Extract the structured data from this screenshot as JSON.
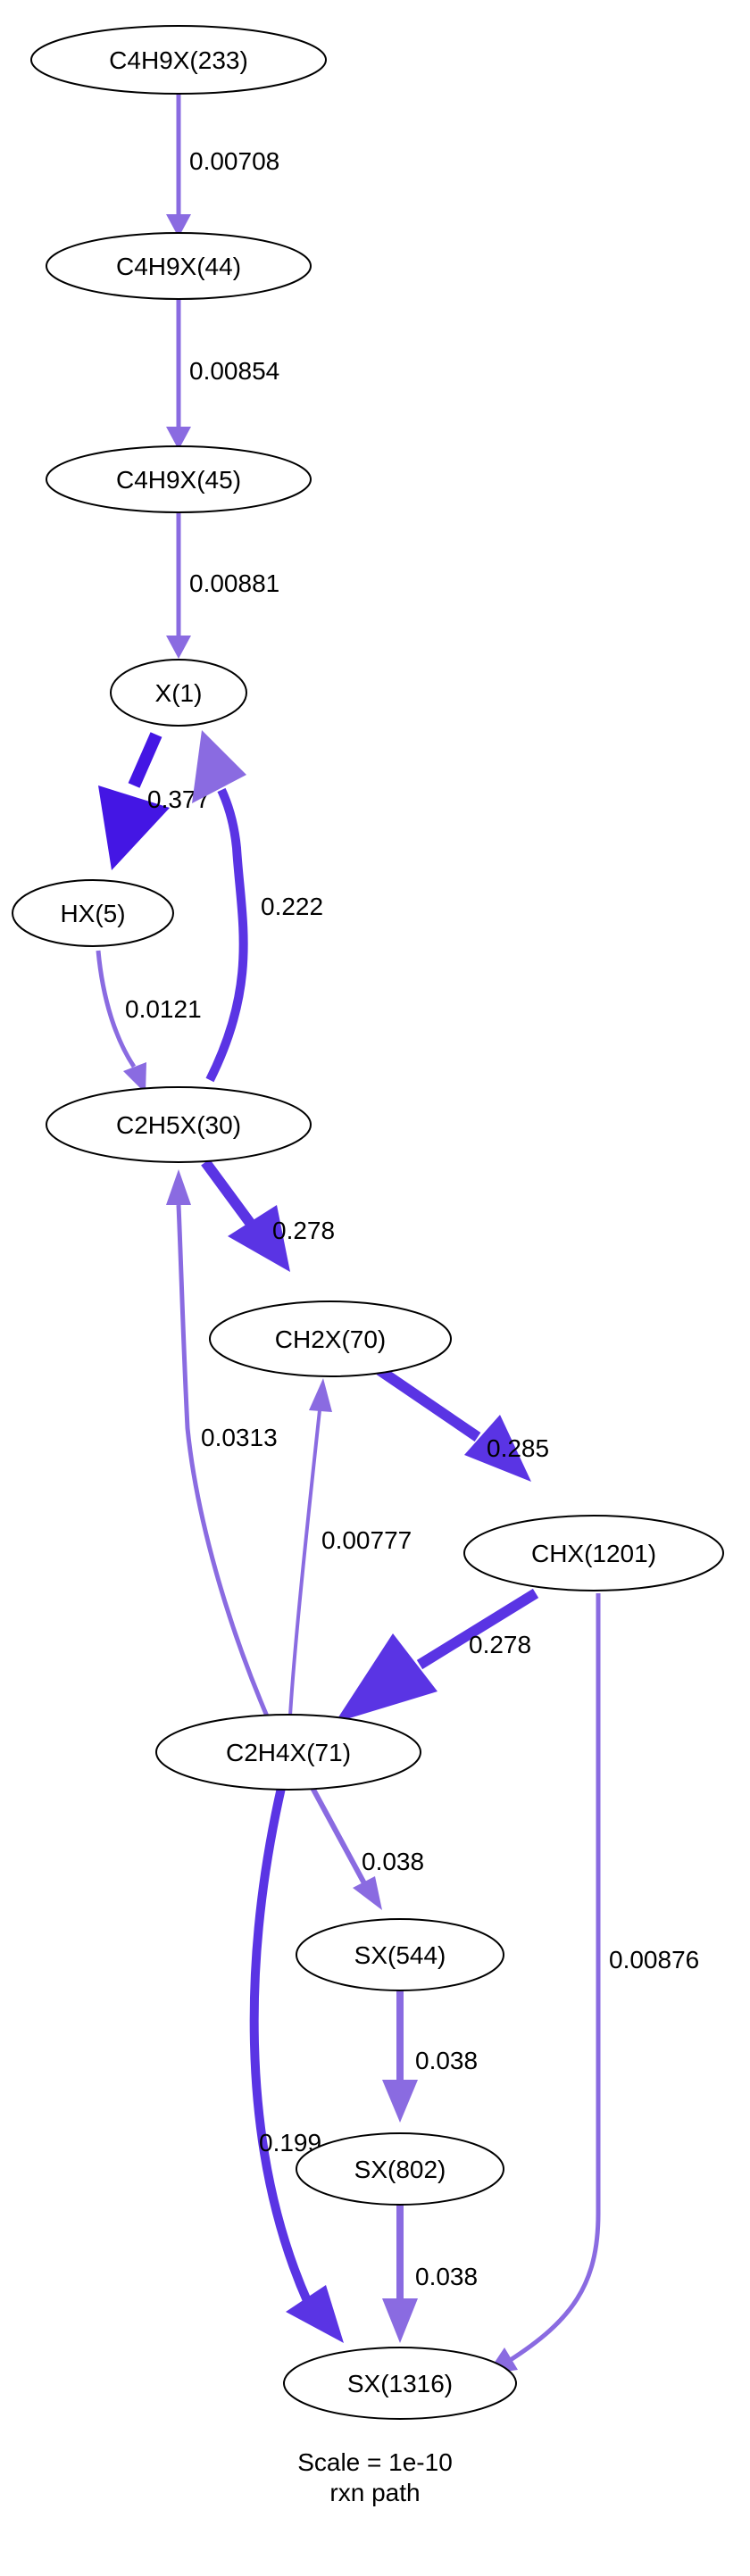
{
  "nodes": {
    "c4h9x_233": "C4H9X(233)",
    "c4h9x_44": "C4H9X(44)",
    "c4h9x_45": "C4H9X(45)",
    "x_1": "X(1)",
    "hx_5": "HX(5)",
    "c2h5x_30": "C2H5X(30)",
    "ch2x_70": "CH2X(70)",
    "chx_1201": "CHX(1201)",
    "c2h4x_71": "C2H4X(71)",
    "sx_544": "SX(544)",
    "sx_802": "SX(802)",
    "sx_1316": "SX(1316)"
  },
  "edges": {
    "e_233_44": "0.00708",
    "e_44_45": "0.00854",
    "e_45_x1": "0.00881",
    "e_x1_hx5": "0.377",
    "e_c2h5x_x1": "0.222",
    "e_hx5_c2h5x": "0.0121",
    "e_c2h5x_ch2x": "0.278",
    "e_ch2x_chx": "0.285",
    "e_c2h4x_c2h5x": "0.0313",
    "e_c2h4x_ch2x": "0.00777",
    "e_chx_c2h4x": "0.278",
    "e_chx_sx1316": "0.00876",
    "e_c2h4x_sx544": "0.038",
    "e_c2h4x_sx1316": "0.199",
    "e_sx544_sx802": "0.038",
    "e_sx802_sx1316": "0.038"
  },
  "caption": {
    "scale": "Scale = 1e-10",
    "title": "rxn path"
  },
  "colors": {
    "strong": "#4416e4",
    "medium": "#5a34e4",
    "light": "#8a6be1"
  }
}
